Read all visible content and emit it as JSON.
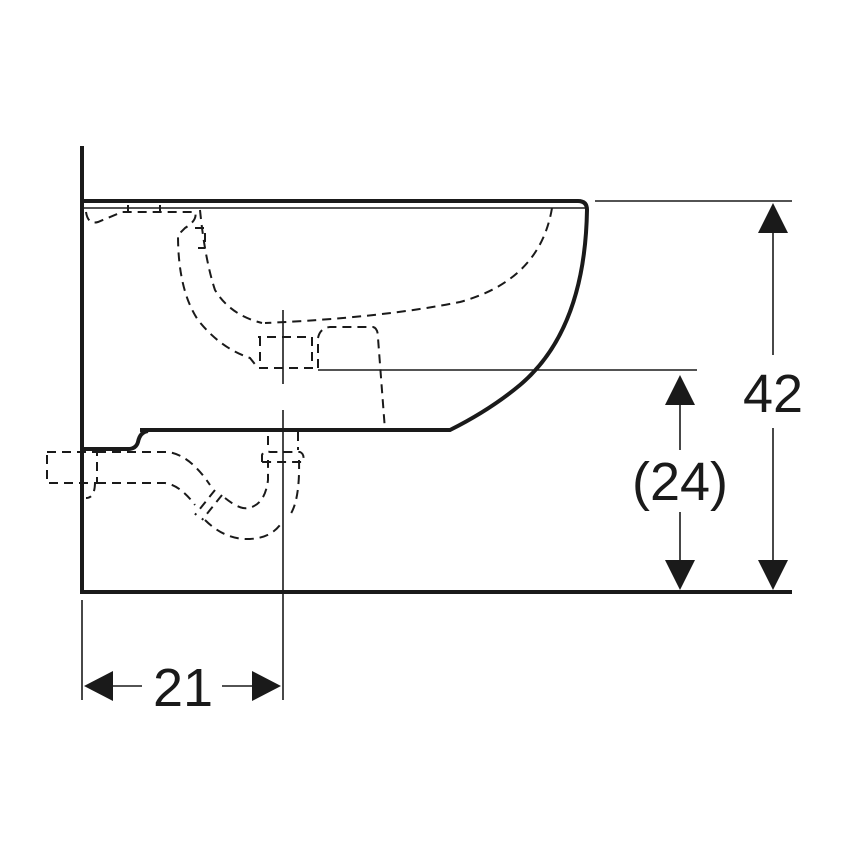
{
  "drawing": {
    "subject": "Wall-hung bidet side view with trap",
    "units": "cm",
    "colors": {
      "line": "#1a1a1a",
      "background": "#ffffff"
    }
  },
  "dimensions": {
    "total_height": {
      "label": "42"
    },
    "outlet_height": {
      "label": "(24)"
    },
    "outlet_distance": {
      "label": "21"
    }
  }
}
